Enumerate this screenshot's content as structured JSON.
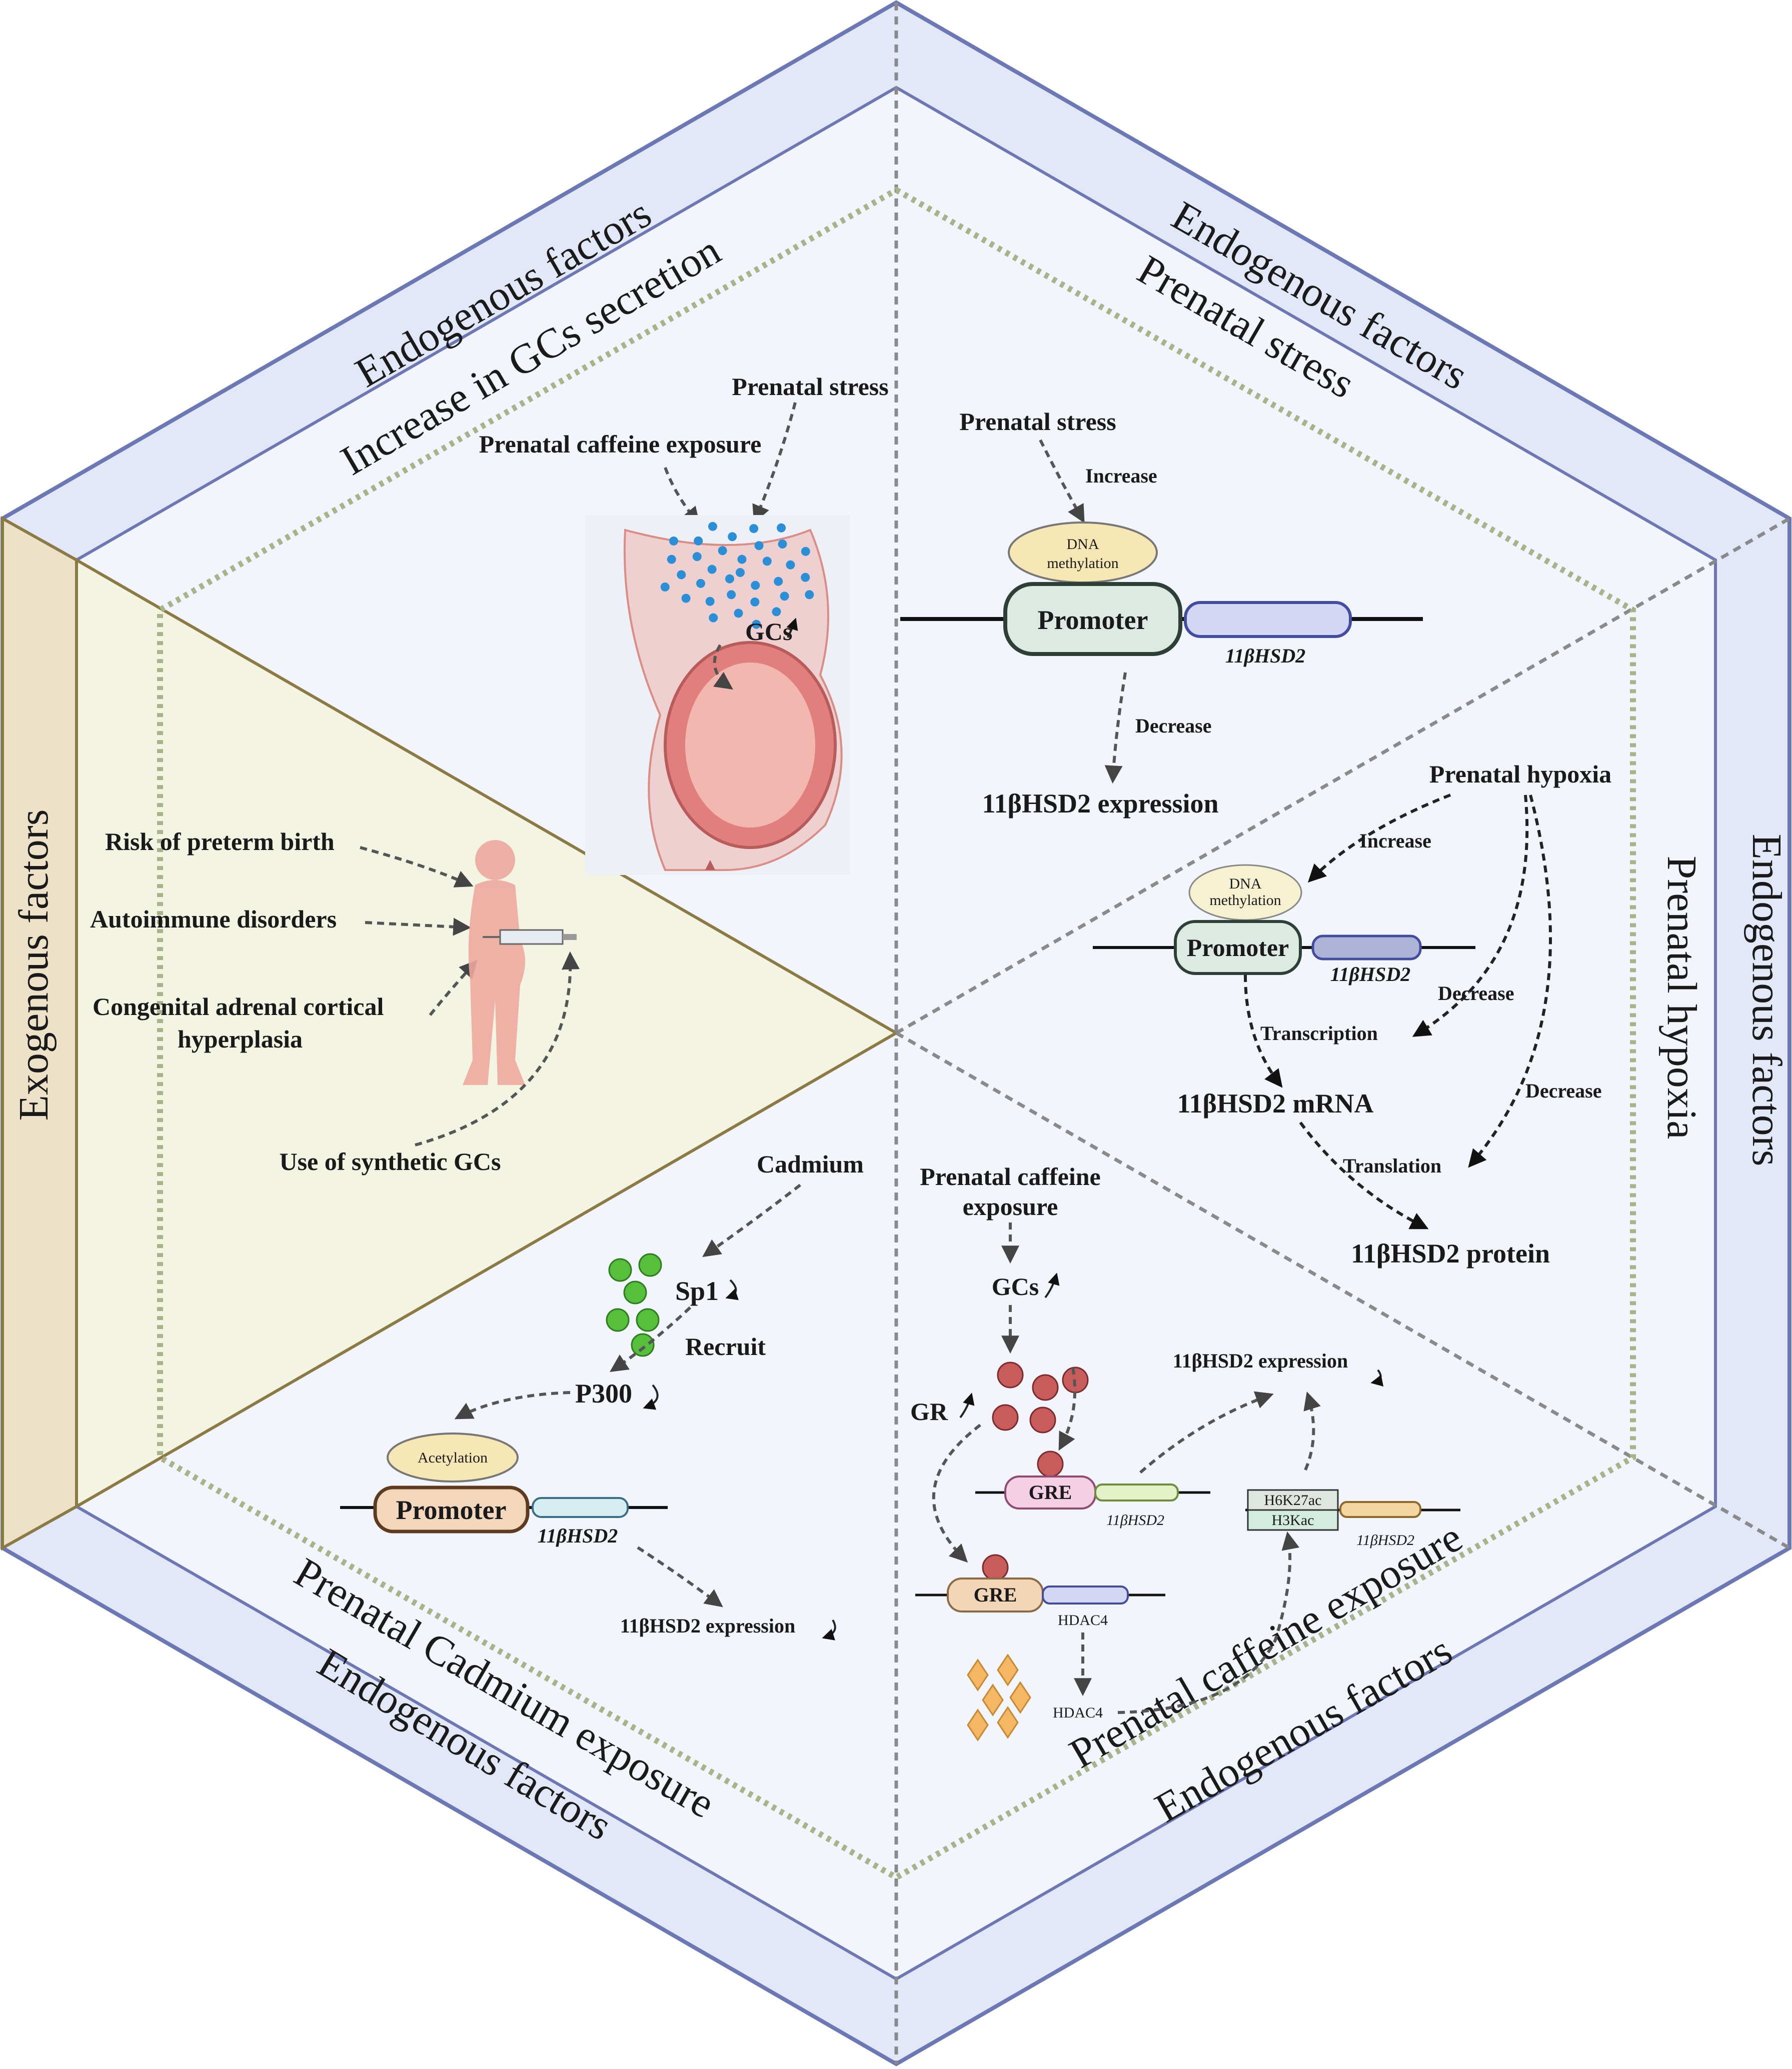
{
  "frame": {
    "top_left": "Endogenous factors",
    "top_right": "Endogenous factors",
    "right": "Endogenous factors",
    "bottom_right": "Endogenous factors",
    "bottom_left": "Endogenous factors",
    "left": "Exogenous factors"
  },
  "sectors": {
    "gcs_secretion": {
      "title": "Increase in GCs secretion",
      "caffeine": "Prenatal caffeine exposure",
      "stress": "Prenatal stress",
      "gcs": "GCs"
    },
    "prenatal_stress": {
      "title": "Prenatal stress",
      "stress": "Prenatal stress",
      "increase": "Increase",
      "dna_line1": "DNA",
      "dna_line2": "methylation",
      "promoter": "Promoter",
      "gene": "11βHSD2",
      "decrease": "Decrease",
      "expression": "11βHSD2 expression"
    },
    "prenatal_hypoxia": {
      "title": "Prenatal hypoxia",
      "hypoxia": "Prenatal hypoxia",
      "increase": "Increase",
      "dna_line1": "DNA",
      "dna_line2": "methylation",
      "promoter": "Promoter",
      "gene": "11βHSD2",
      "decrease1": "Decrease",
      "transcription": "Transcription",
      "decrease2": "Decrease",
      "mrna": "11βHSD2 mRNA",
      "translation": "Translation",
      "protein": "11βHSD2 protein"
    },
    "caffeine": {
      "title": "Prenatal caffeine exposure",
      "exposure_line1": "Prenatal caffeine",
      "exposure_line2": "exposure",
      "gcs": "GCs",
      "gr": "GR",
      "expression": "11βHSD2 expression",
      "gre1": "GRE",
      "gene1": "11βHSD2",
      "h6k27ac": "H6K27ac",
      "h3kac": "H3Kac",
      "gene2": "11βHSD2",
      "gre2": "GRE",
      "hdac4_gene": "HDAC4",
      "hdac4": "HDAC4"
    },
    "cadmium": {
      "title": "Prenatal Cadmium exposure",
      "cadmium": "Cadmium",
      "sp1": "Sp1",
      "recruit": "Recruit",
      "p300": "P300",
      "acetylation": "Acetylation",
      "promoter": "Promoter",
      "gene": "11βHSD2",
      "expression": "11βHSD2 expression"
    },
    "exogenous": {
      "preterm": "Risk of preterm birth",
      "autoimmune": "Autoimmune  disorders",
      "cah_line1": "Congenital adrenal cortical",
      "cah_line2": "hyperplasia",
      "synthetic": "Use of synthetic GCs"
    }
  },
  "colors": {
    "outer_frame": "#e3e8f8",
    "frame_border": "#6b78b4",
    "inner_fill": "#f3f5fc",
    "exogenous_fill": "#f3f4e1",
    "exogenous_band": "#ede2c8",
    "exogenous_border": "#8c7a45",
    "separator": "#8a8a8a",
    "inner_dots": "#a7b48a",
    "promoter_fill": "#dde9e3",
    "gene_fill": "#d3d7f3",
    "dna_fill": "#f6e7b4",
    "acetyl_promoter": "#f3d7bd",
    "gre_fill": "#f5cfe4",
    "sp1_green": "#56bf3b",
    "gr_red": "#c85c5c",
    "hdac_orange": "#f4b764",
    "body_pink": "#eea8a0",
    "gcs_blue": "#2b8fd8"
  }
}
